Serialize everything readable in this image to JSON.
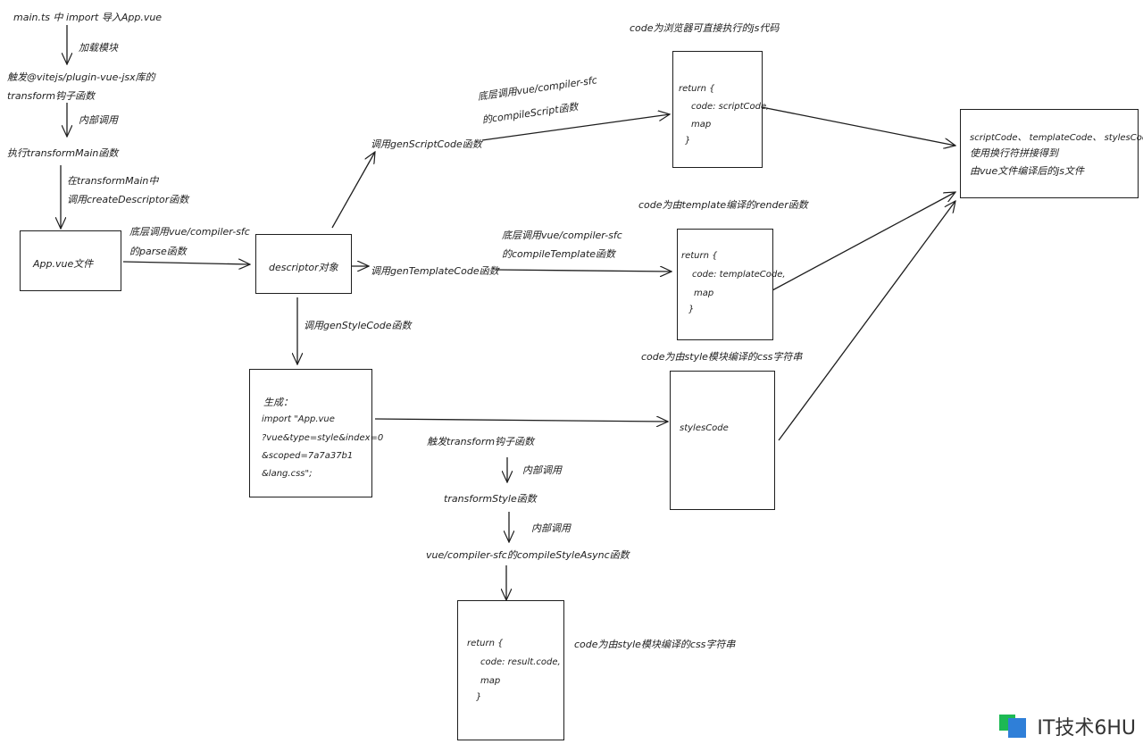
{
  "steps": {
    "s1": "main.ts 中 import 导入App.vue",
    "l1": "加载模块",
    "s2a": "触发@vitejs/plugin-vue-jsx库的",
    "s2b": "transform钩子函数",
    "l2": "内部调用",
    "s3": "执行transformMain函数",
    "l3a": "在transformMain中",
    "l3b": "调用createDescriptor函数"
  },
  "app_box": "App.vue文件",
  "parse_label": [
    "底层调用vue/compiler-sfc",
    "的parse函数"
  ],
  "descriptor_box": "descriptor对象",
  "script": {
    "call": "调用genScriptCode函数",
    "label": [
      "底层调用vue/compiler-sfc",
      "的compileScript函数"
    ],
    "heading": "code为浏览器可直接执行的js代码",
    "code": [
      "return {",
      "code: scriptCode,",
      "map",
      "}"
    ]
  },
  "template": {
    "call": "调用genTemplateCode函数",
    "label": [
      "底层调用vue/compiler-sfc",
      "的compileTemplate函数"
    ],
    "heading": "code为由template编译的render函数",
    "code": [
      "return {",
      "code: templateCode,",
      "map",
      "}"
    ]
  },
  "style": {
    "call": "调用genStyleCode函数",
    "generate": [
      "生成：",
      "import \"App.vue",
      "?vue&type=style&index=0",
      "&scoped=7a7a37b1",
      "&lang.css\";"
    ],
    "heading": "code为由style模块编译的css字符串",
    "box": "stylesCode",
    "chain": [
      "触发transform钩子函数",
      "内部调用",
      "transformStyle函数",
      "内部调用",
      "vue/compiler-sfc的compileStyleAsync函数"
    ],
    "result_code": [
      "return {",
      "code: result.code,",
      "map",
      "}"
    ],
    "result_label": "code为由style模块编译的css字符串"
  },
  "final_box": [
    "scriptCode、 templateCode、 stylesCode",
    "使用换行符拼接得到",
    "由vue文件编译后的js文件"
  ],
  "watermark": "IT技术6HU",
  "colors": {
    "stroke": "#1e1e1e",
    "logo_green": "#1db954",
    "logo_blue": "#2f7fd8"
  }
}
